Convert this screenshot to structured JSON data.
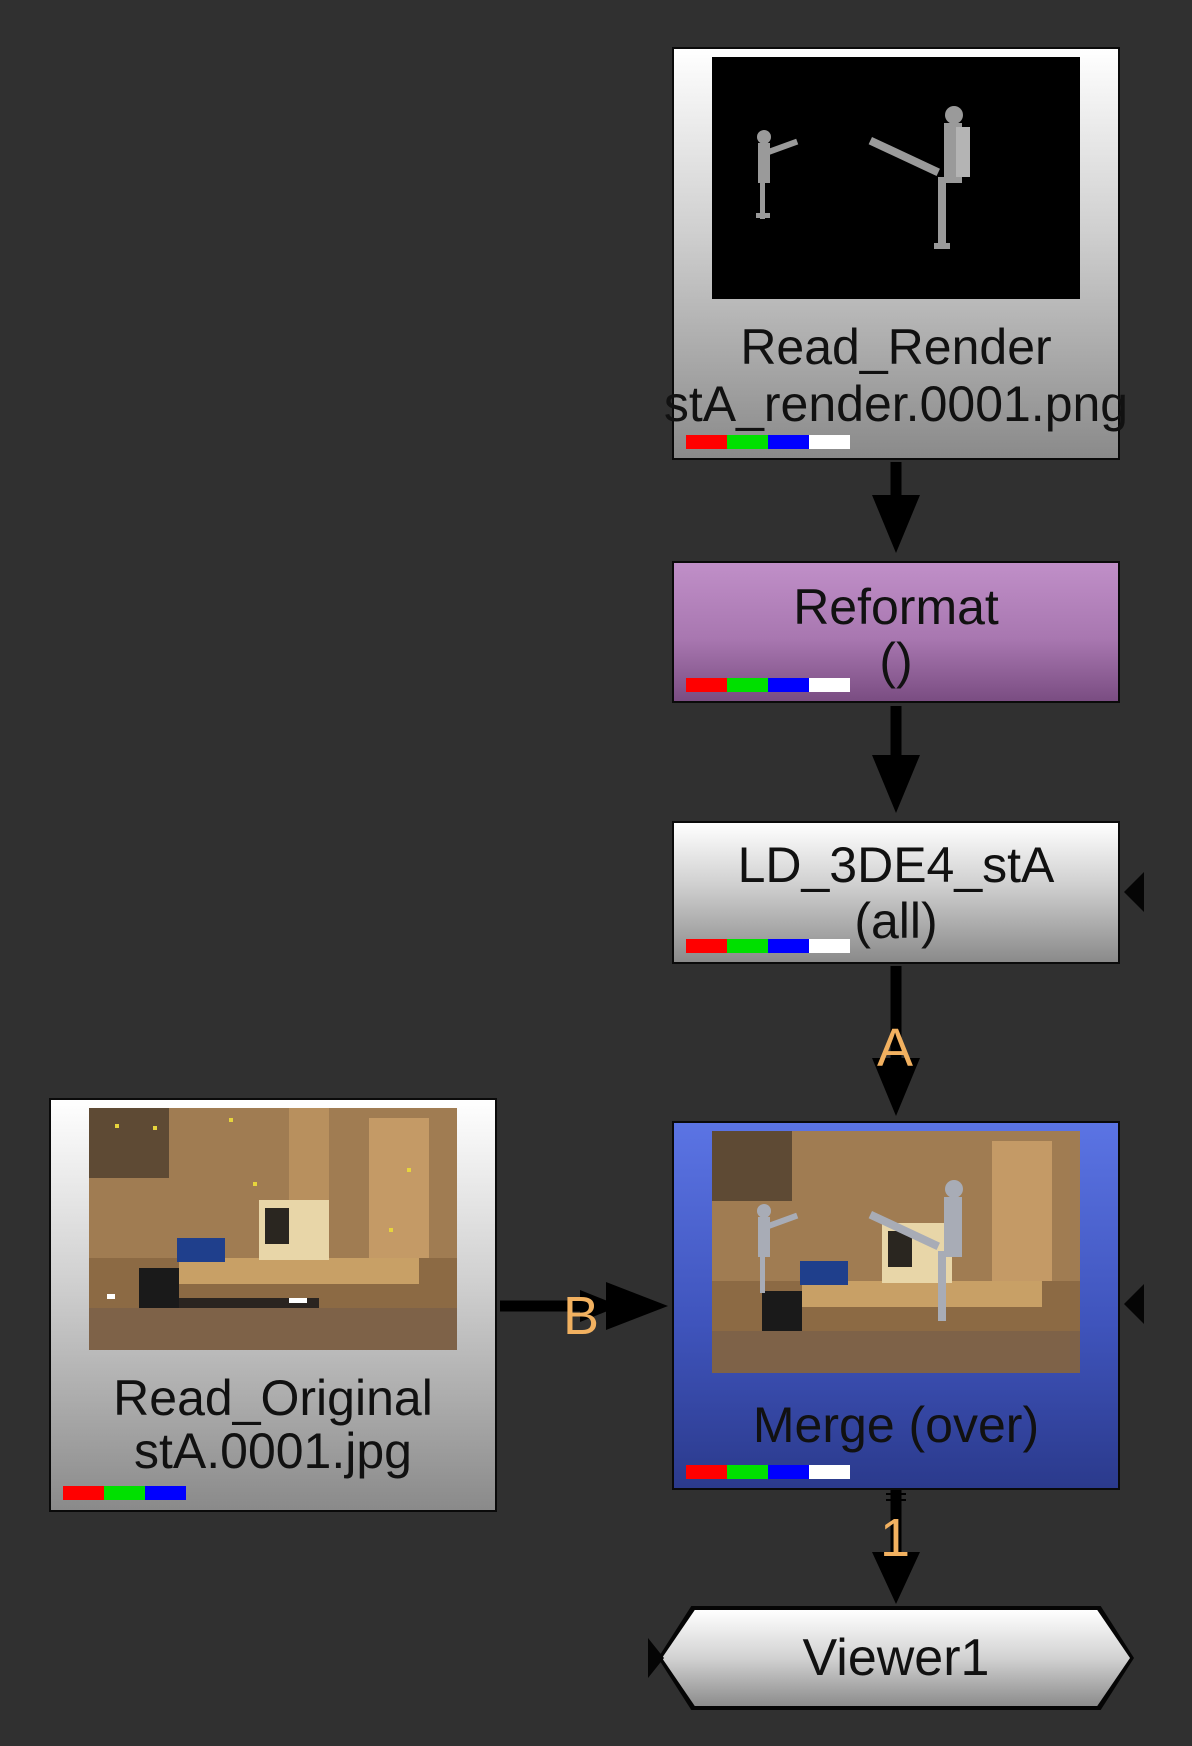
{
  "colors": {
    "background": "#303030",
    "edge": "#000000",
    "input_label": "#f2b160",
    "channel_red": "#ff0000",
    "channel_green": "#00e000",
    "channel_blue": "#0000ff",
    "channel_alpha": "#ffffff"
  },
  "nodes": {
    "read_render": {
      "title": "Read_Render",
      "subtitle": "stA_render.0001.png",
      "channels": [
        "red",
        "green",
        "blue",
        "alpha"
      ]
    },
    "reformat": {
      "title": "Reformat",
      "subtitle": "()",
      "channels": [
        "red",
        "green",
        "blue",
        "alpha"
      ]
    },
    "ld_3de4": {
      "title": "LD_3DE4_stA",
      "subtitle": "(all)",
      "channels": [
        "red",
        "green",
        "blue",
        "alpha"
      ]
    },
    "read_original": {
      "title": "Read_Original",
      "subtitle": "stA.0001.jpg",
      "channels": [
        "red",
        "green",
        "blue"
      ]
    },
    "merge": {
      "title": "Merge (over)",
      "channels": [
        "red",
        "green",
        "blue",
        "alpha"
      ]
    },
    "viewer": {
      "title": "Viewer1"
    }
  },
  "edges": {
    "a_label": "A",
    "b_label": "B",
    "viewer_input_label": "1"
  }
}
